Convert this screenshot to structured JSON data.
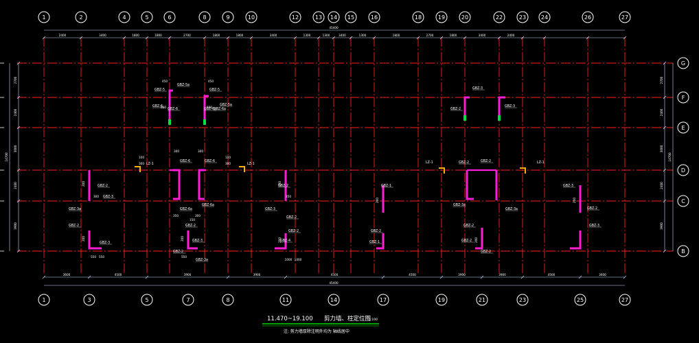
{
  "drawing": {
    "title": "11.470~19.100",
    "title_label": "剪力墙、柱定位图",
    "scale": "1:100",
    "subtitle": "注: 剪力墙厚除注明外均为 轴线居中"
  },
  "axes": {
    "top": [
      "1",
      "2",
      "4",
      "5",
      "6",
      "8",
      "9",
      "10",
      "12",
      "13",
      "14",
      "15",
      "16",
      "18",
      "19",
      "20",
      "22",
      "23",
      "24",
      "26",
      "27"
    ],
    "bottom": [
      "1",
      "3",
      "5",
      "7",
      "8",
      "11",
      "14",
      "17",
      "19",
      "21",
      "23",
      "25",
      "27"
    ],
    "left": [
      "G",
      "F",
      "E",
      "D",
      "C",
      "B"
    ],
    "right": [
      "G",
      "F",
      "E",
      "D",
      "C",
      "B"
    ]
  },
  "dims": {
    "top_total": "45400",
    "top": [
      "2400",
      "3400",
      "1800",
      "1800",
      "2700",
      "1800",
      "1800",
      "3400",
      "1300",
      "1300",
      "3400",
      "1300",
      "1800",
      "2700",
      "1800",
      "3400",
      "2400"
    ],
    "bottom_total": "45400",
    "bottom": [
      "3600",
      "4500",
      "3900",
      "3900",
      "4500",
      "4500",
      "3900",
      "3900",
      "4500",
      "3600"
    ],
    "left": [
      "2700",
      "2400",
      "3000",
      "2400",
      "3900"
    ],
    "left_total": "14700",
    "right": [
      "2700",
      "2400",
      "3000",
      "2400",
      "3900"
    ],
    "right_total": "14700"
  },
  "walls": {
    "tags": [
      "GBZ-5",
      "GBZ-5a",
      "GBZ-5",
      "GBZ-5a",
      "GBZ-6",
      "GBZ-6",
      "GBZ-6a",
      "GBZ-6a",
      "GBZ-6",
      "GBZ-6",
      "GBZ-6a",
      "GBZ-6a",
      "GBZ-2",
      "GBZ-3",
      "GBZ-3a",
      "GBZ-2",
      "GBZ-3",
      "GBZ-2",
      "GBZ-2",
      "GBZ-3",
      "GBZ-2",
      "GBZ-3",
      "GBZ-2",
      "GBZ-4",
      "GBZ-2",
      "GBZ-3a",
      "GBZ-1",
      "GBZ-1",
      "GBZ-2",
      "GBZ-2",
      "GBZ-3",
      "GBZ-3",
      "GBZ-2",
      "GBZ-2",
      "GBZ-3a",
      "GBZ-3a",
      "GBZ-2",
      "GBZ-2",
      "GBZ-2",
      "GBZ-3",
      "GBZ-2",
      "GBZ-3"
    ],
    "columns": [
      "LZ-1",
      "LZ-1",
      "LZ-1",
      "LZ-1"
    ],
    "thickness_labels": [
      "200",
      "200",
      "200",
      "200",
      "200",
      "200",
      "200",
      "200"
    ],
    "small_dims": [
      "450",
      "600",
      "450",
      "600",
      "100",
      "300",
      "100",
      "300",
      "300",
      "300",
      "350",
      "300",
      "300",
      "350",
      "550",
      "550",
      "150",
      "1000",
      "1000",
      "550"
    ]
  }
}
